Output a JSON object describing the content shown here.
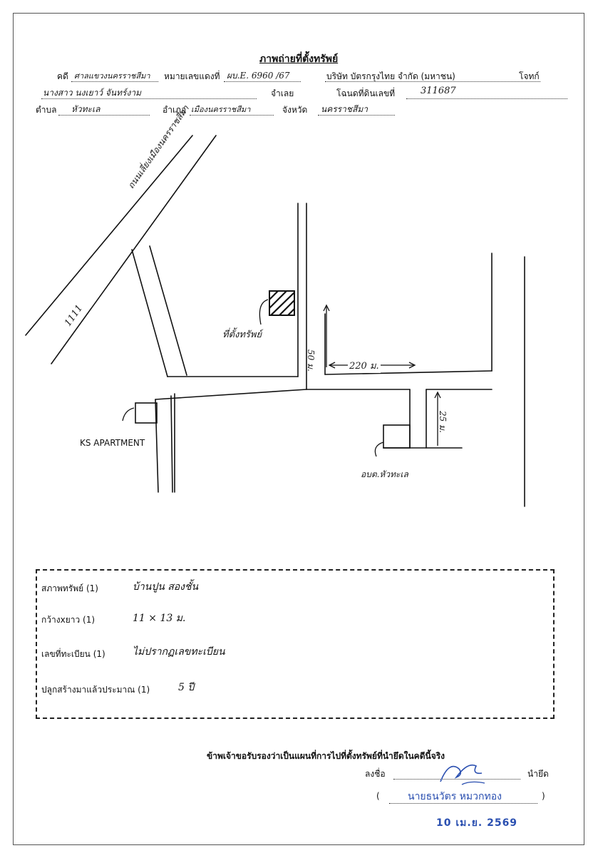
{
  "header": {
    "title": "ภาพถ่ายที่ตั้งทรัพย์",
    "case_label": "คดี",
    "case_value": "ศาลแขวงนครราชสีมา",
    "red_case_label": "หมายเลขแดงที่",
    "red_case_value": "ผบ.E. 6960 /67",
    "plaintiff_value": "บริษัท บัตรกรุงไทย จำกัด (มหาชน)",
    "plaintiff_label": "โจทก์",
    "defendant_value": "นางสาว นงเยาว์ จันทร์งาม",
    "defendant_label": "จำเลย",
    "deed_label": "โฉนดที่ดินเลขที่",
    "deed_value": "311687",
    "subdistrict_label": "ตำบล",
    "subdistrict_value": "หัวทะเล",
    "district_label": "อำเภอ",
    "district_value": "เมืองนครราชสีมา",
    "province_label": "จังหวัด",
    "province_value": "นครราชสีมา"
  },
  "map": {
    "road_name": "ถนนเลี่ยงเมืองนครราชสีมา",
    "road_number": "1111",
    "property_label": "ที่ตั้งทรัพย์",
    "dist_vertical": "50 ม.",
    "dist_horizontal": "220 ม.",
    "dist_short": "25 ม.",
    "landmark_ks": "KS APARTMENT",
    "landmark_obt": "อบต.หัวทะเล"
  },
  "info": {
    "condition_label": "สภาพทรัพย์ (1)",
    "condition_value": "บ้านปูน สองชั้น",
    "size_label": "กว้างxยาว (1)",
    "size_value": "11 × 13 ม.",
    "registration_label": "เลขที่ทะเบียน (1)",
    "registration_value": "ไม่ปรากฏเลขทะเบียน",
    "age_label": "ปลูกสร้างมาแล้วประมาณ (1)",
    "age_value": "5 ปี"
  },
  "footer": {
    "certification": "ข้าพเจ้าขอรับรองว่าเป็นแผนที่การไปที่ตั้งทรัพย์ที่นำยึดในคดีนี้จริง",
    "sign_label": "ลงชื่อ",
    "signer_role": "นำยึด",
    "open_paren": "(",
    "signer_name": "นายธนวัตร หมวกทอง",
    "close_paren": ")",
    "date": "10 เม.ย. 2569"
  }
}
